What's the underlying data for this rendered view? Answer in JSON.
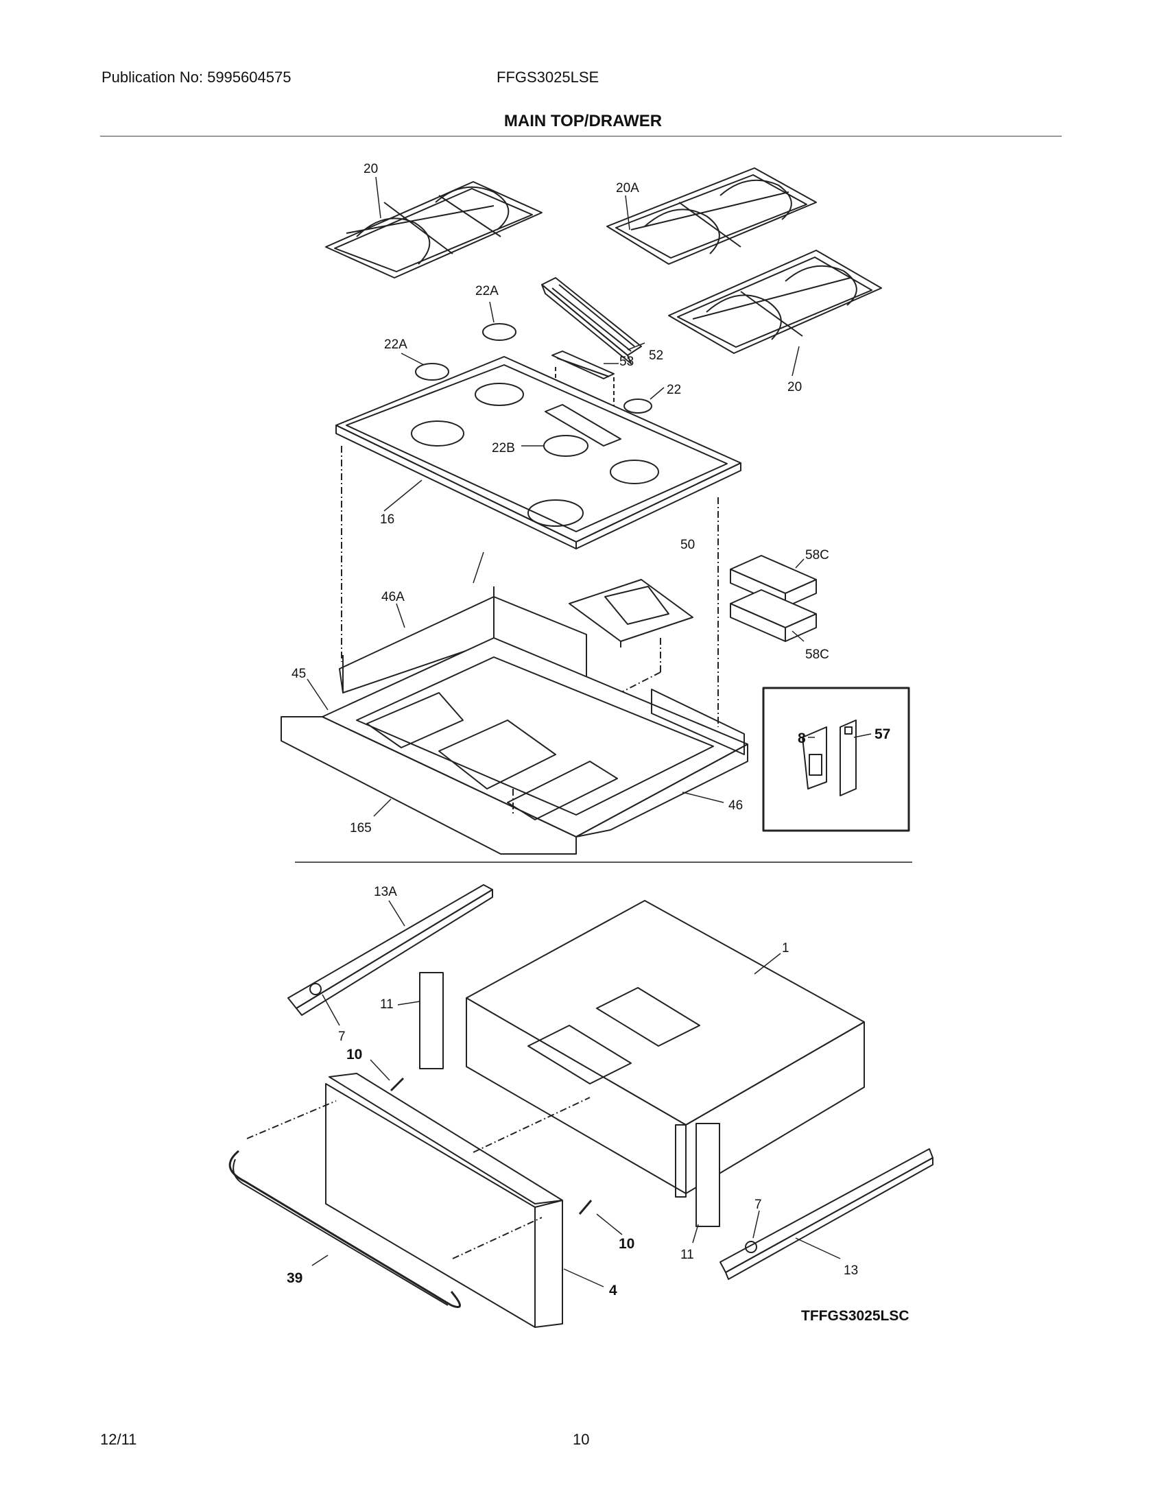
{
  "header": {
    "publication": "Publication No: 5995604575",
    "model": "FFGS3025LSE",
    "title": "MAIN TOP/DRAWER"
  },
  "diagram": {
    "callouts": {
      "grate_left": "20",
      "grate_right_top": "20A",
      "grate_right_bottom": "20",
      "cap_22A_back": "22A",
      "cap_22A_left": "22A",
      "cap_22": "22",
      "cap_22B": "22B",
      "vent_trim": "52",
      "vent_insert": "53",
      "maintop": "16",
      "tray": "50",
      "foam_top": "58C",
      "foam_bottom": "58C",
      "bracket_46A": "46A",
      "side_45": "45",
      "frame_165": "165",
      "bracket_46": "46",
      "inset_8": "8",
      "inset_57": "57",
      "slide_13A": "13A",
      "roller_7_left": "7",
      "drawer_1": "1",
      "bracket_11_left": "11",
      "screw_10_left": "10",
      "screw_10_right": "10",
      "bracket_11_right": "11",
      "roller_7_right": "7",
      "slide_13": "13",
      "handle_39": "39",
      "front_4": "4"
    },
    "figure_code": "TFFGS3025LSC"
  },
  "footer": {
    "date": "12/11",
    "page": "10"
  }
}
